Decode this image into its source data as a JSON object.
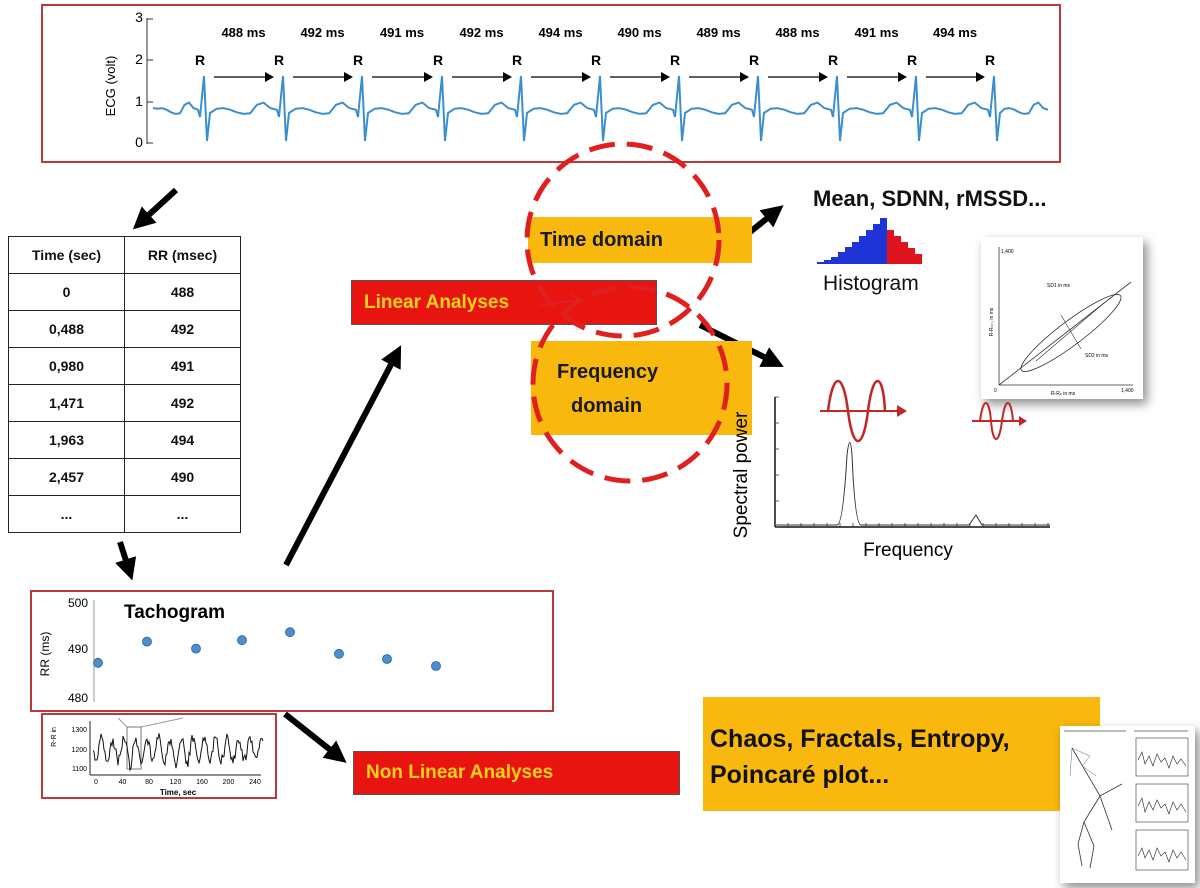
{
  "ecg": {
    "ylabel": "ECG (volt)",
    "yticks": [
      "0",
      "1",
      "2",
      "3"
    ],
    "intervals": [
      "488 ms",
      "492 ms",
      "491 ms",
      "492 ms",
      "494 ms",
      "490 ms",
      "489 ms",
      "488 ms",
      "491 ms",
      "494 ms"
    ],
    "r_label": "R"
  },
  "table": {
    "headers": [
      "Time (sec)",
      "RR (msec)"
    ],
    "rows": [
      [
        "0",
        "488"
      ],
      [
        "0,488",
        "492"
      ],
      [
        "0,980",
        "491"
      ],
      [
        "1,471",
        "492"
      ],
      [
        "1,963",
        "494"
      ],
      [
        "2,457",
        "490"
      ],
      [
        "...",
        "..."
      ]
    ]
  },
  "chart_data": [
    {
      "type": "scatter",
      "title": "Tachogram",
      "ylabel": "RR (ms)",
      "yticks": [
        "500",
        "490",
        "480"
      ],
      "ylim": [
        478,
        500
      ],
      "x": [
        1,
        2,
        3,
        4,
        5,
        6,
        7,
        8
      ],
      "values": [
        487.5,
        492,
        490.5,
        492.3,
        494,
        489.4,
        488.3,
        486.8
      ]
    },
    {
      "type": "line",
      "xlabel": "Time, sec",
      "ylabel": "R-R in",
      "yticks": [
        "1100",
        "1200",
        "1300"
      ],
      "xticks": [
        "0",
        "40",
        "80",
        "120",
        "160",
        "200",
        "240"
      ],
      "ylim": [
        1100,
        1350
      ],
      "xlim": [
        0,
        260
      ]
    }
  ],
  "linear": {
    "label": "Linear Analyses"
  },
  "nonlinear": {
    "label": "Non Linear Analyses"
  },
  "time_domain": {
    "label": "Time domain",
    "metrics": "Mean, SDNN, rMSSD...",
    "histogram_label": "Histogram"
  },
  "freq_domain": {
    "label_line1": "Frequency",
    "label_line2": "domain",
    "ylabel": "Spectral power",
    "xlabel": "Frequency"
  },
  "poincare": {
    "ytick": "1,400",
    "xtick": "1,400",
    "origin": "0",
    "sd1": "SD1 in ms",
    "sd2": "SD2 in ms",
    "xlabel": "R-Rₙ in ms",
    "ylabel": "R-Rₙ₊₁ in ms"
  },
  "chaos": {
    "line1": "Chaos, Fractals, Entropy,",
    "line2": "Poincaré plot..."
  },
  "colors": {
    "ecg_trace": "#3b8fcf",
    "frame_red": "#b83a3a",
    "orange": "#f8b80e",
    "red": "#e8140f",
    "yellow_text": "#ffd21a",
    "hist_blue": "#1f33d6",
    "hist_red": "#e0141f",
    "wave_red": "#c02828"
  }
}
